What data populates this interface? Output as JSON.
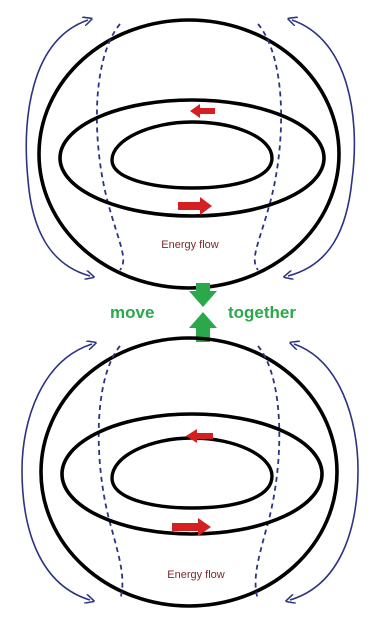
{
  "top_torus": {
    "flow_label": "Energy flow"
  },
  "bottom_torus": {
    "flow_label": "Energy flow"
  },
  "middle": {
    "left_label": "move",
    "right_label": "together"
  },
  "colors": {
    "outline": "#000000",
    "field_line": "#2c3380",
    "flow_arrow": "#d42020",
    "move_arrow": "#2aa84a",
    "flow_text": "#7a2a2a",
    "move_text": "#2aa84a"
  },
  "icons": {
    "flow_arrow": "red-flow-arrow-icon",
    "move_arrow": "green-move-arrow-icon",
    "field_arrow": "field-line-arrowhead-icon"
  }
}
